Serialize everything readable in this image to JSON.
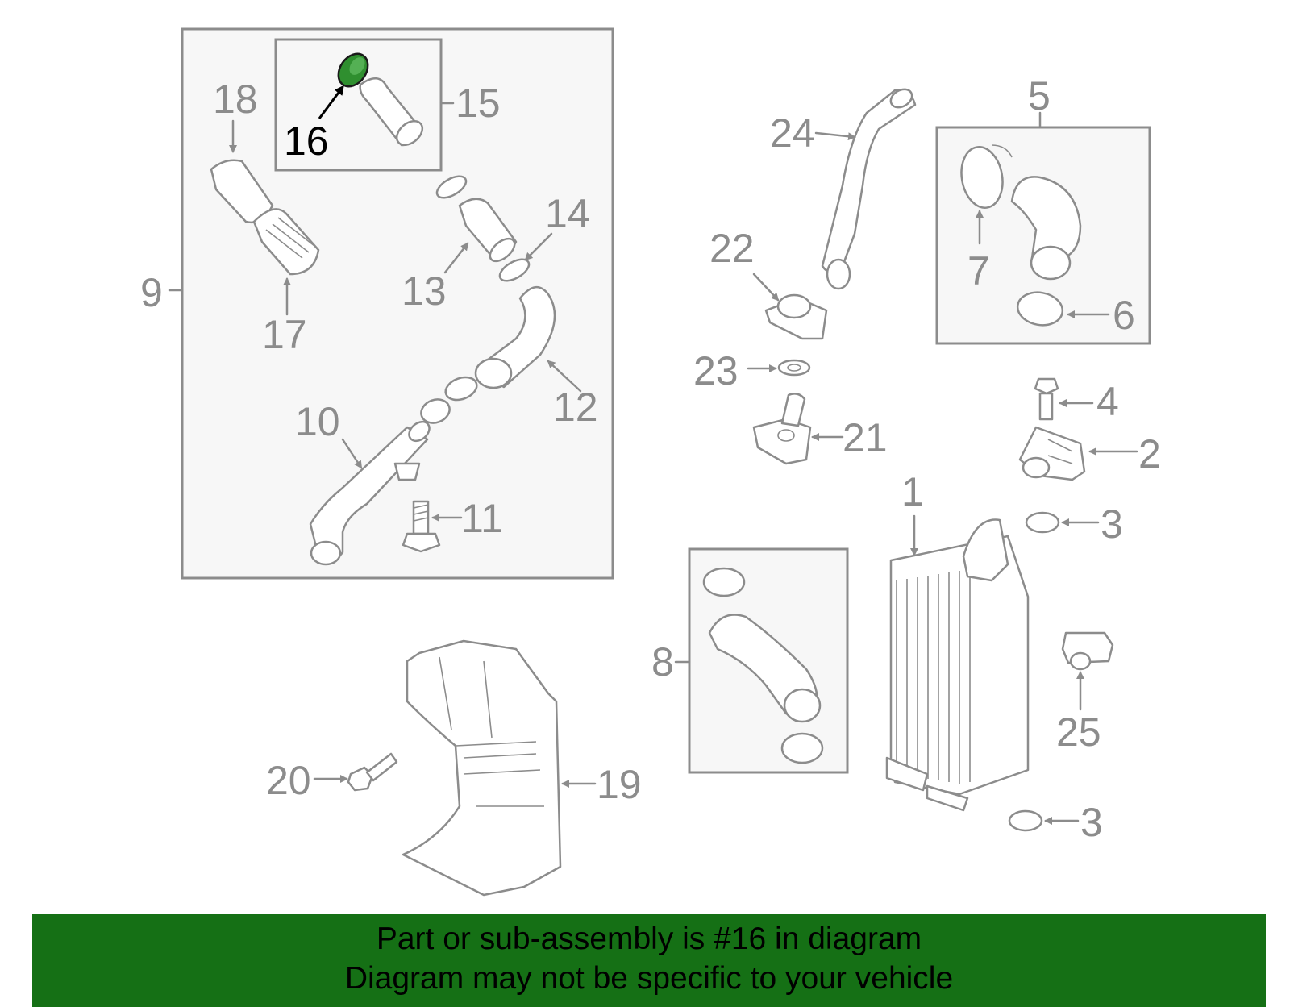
{
  "highlight_color": "#2f8f2f",
  "banner_color": "#157015",
  "banner": {
    "line1": "Part or sub-assembly is #16 in diagram",
    "line2": "Diagram may not be specific to your vehicle"
  },
  "callouts": {
    "c1": "1",
    "c2": "2",
    "c3a": "3",
    "c3b": "3",
    "c4": "4",
    "c5": "5",
    "c6": "6",
    "c7": "7",
    "c8": "8",
    "c9": "9",
    "c10": "10",
    "c11": "11",
    "c12": "12",
    "c13": "13",
    "c14": "14",
    "c15": "15",
    "c16": "16",
    "c17": "17",
    "c18": "18",
    "c19": "19",
    "c20": "20",
    "c21": "21",
    "c22": "22",
    "c23": "23",
    "c24": "24",
    "c25": "25"
  }
}
